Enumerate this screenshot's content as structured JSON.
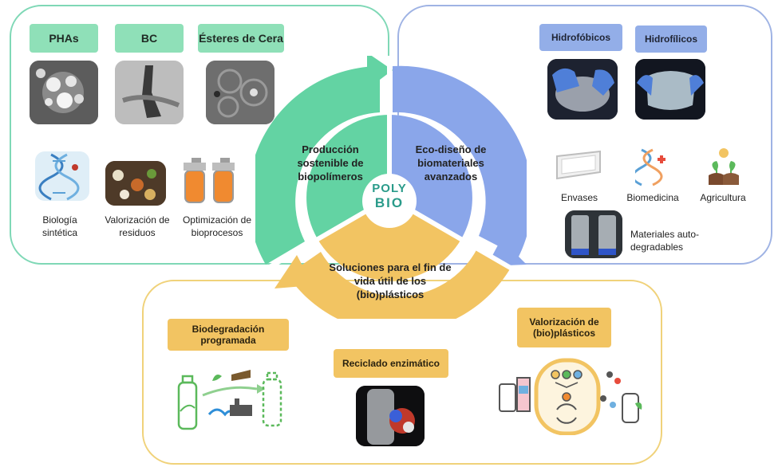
{
  "production": {
    "title": "Producción sostenible de biopolímeros",
    "tags": [
      "PHAs",
      "BC",
      "Ésteres de Cera"
    ],
    "captions": [
      "Biología sintética",
      "Valorización de residuos",
      "Optimización de bioprocesos"
    ]
  },
  "ecodesign": {
    "title": "Eco-diseño de biomateriales avanzados",
    "tags": [
      "Hidrofóbicos",
      "Hidrofílicos"
    ],
    "captions": [
      "Envases",
      "Biomedicina",
      "Agricultura",
      "Materiales auto-degradables"
    ]
  },
  "endoflife": {
    "title": "Soluciones para el fin de vida útil de los (bio)plásticos",
    "tags": [
      "Biodegradación programada",
      "Reciclado enzimático",
      "Valorización de (bio)plásticos"
    ]
  },
  "logo": {
    "text_top": "POLY",
    "text_bottom": "BIO"
  },
  "colors": {
    "green": "#63d3a3",
    "blue": "#8aa6ea",
    "yellow": "#f2c462",
    "green_border": "#7fd8b6",
    "blue_border": "#9fb3e4",
    "yellow_border": "#f0d27a"
  }
}
